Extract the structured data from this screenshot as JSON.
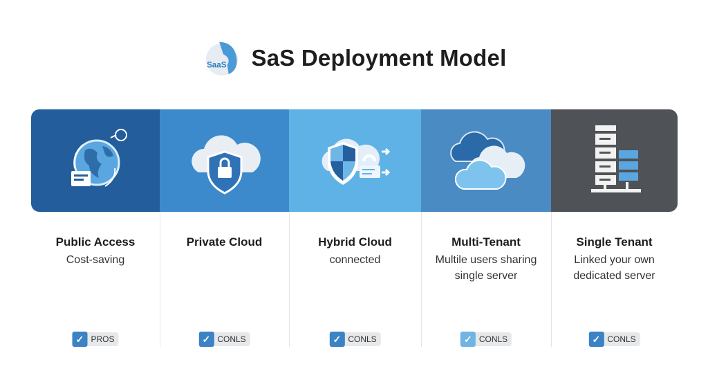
{
  "header": {
    "title": "SaS Deployment Model",
    "logo_text": "SaaS"
  },
  "colors": {
    "tile1": "#235d9b",
    "tile2": "#3c8acc",
    "tile3": "#5eb2e6",
    "tile4": "#4a8bc4",
    "tile5": "#4f5256",
    "badge": "#3b83c4"
  },
  "columns": [
    {
      "title": "Public Access",
      "subtitle": [
        "Cost-saving"
      ],
      "badge": "PROS",
      "icon": "globe-icon"
    },
    {
      "title": "Private Cloud",
      "subtitle": [],
      "badge": "CONLS",
      "icon": "cloud-lock-icon"
    },
    {
      "title": "Hybrid Cloud",
      "subtitle": [
        "connected"
      ],
      "badge": "CONLS",
      "icon": "hybrid-shield-icon"
    },
    {
      "title": "Multi-Tenant",
      "subtitle": [
        "Multile users sharing",
        "single server"
      ],
      "badge": "CONLS",
      "icon": "multi-cloud-icon"
    },
    {
      "title": "Single Tenant",
      "subtitle": [
        "Linked your own",
        "dedicated server"
      ],
      "badge": "CONLS",
      "icon": "server-rack-icon"
    }
  ]
}
